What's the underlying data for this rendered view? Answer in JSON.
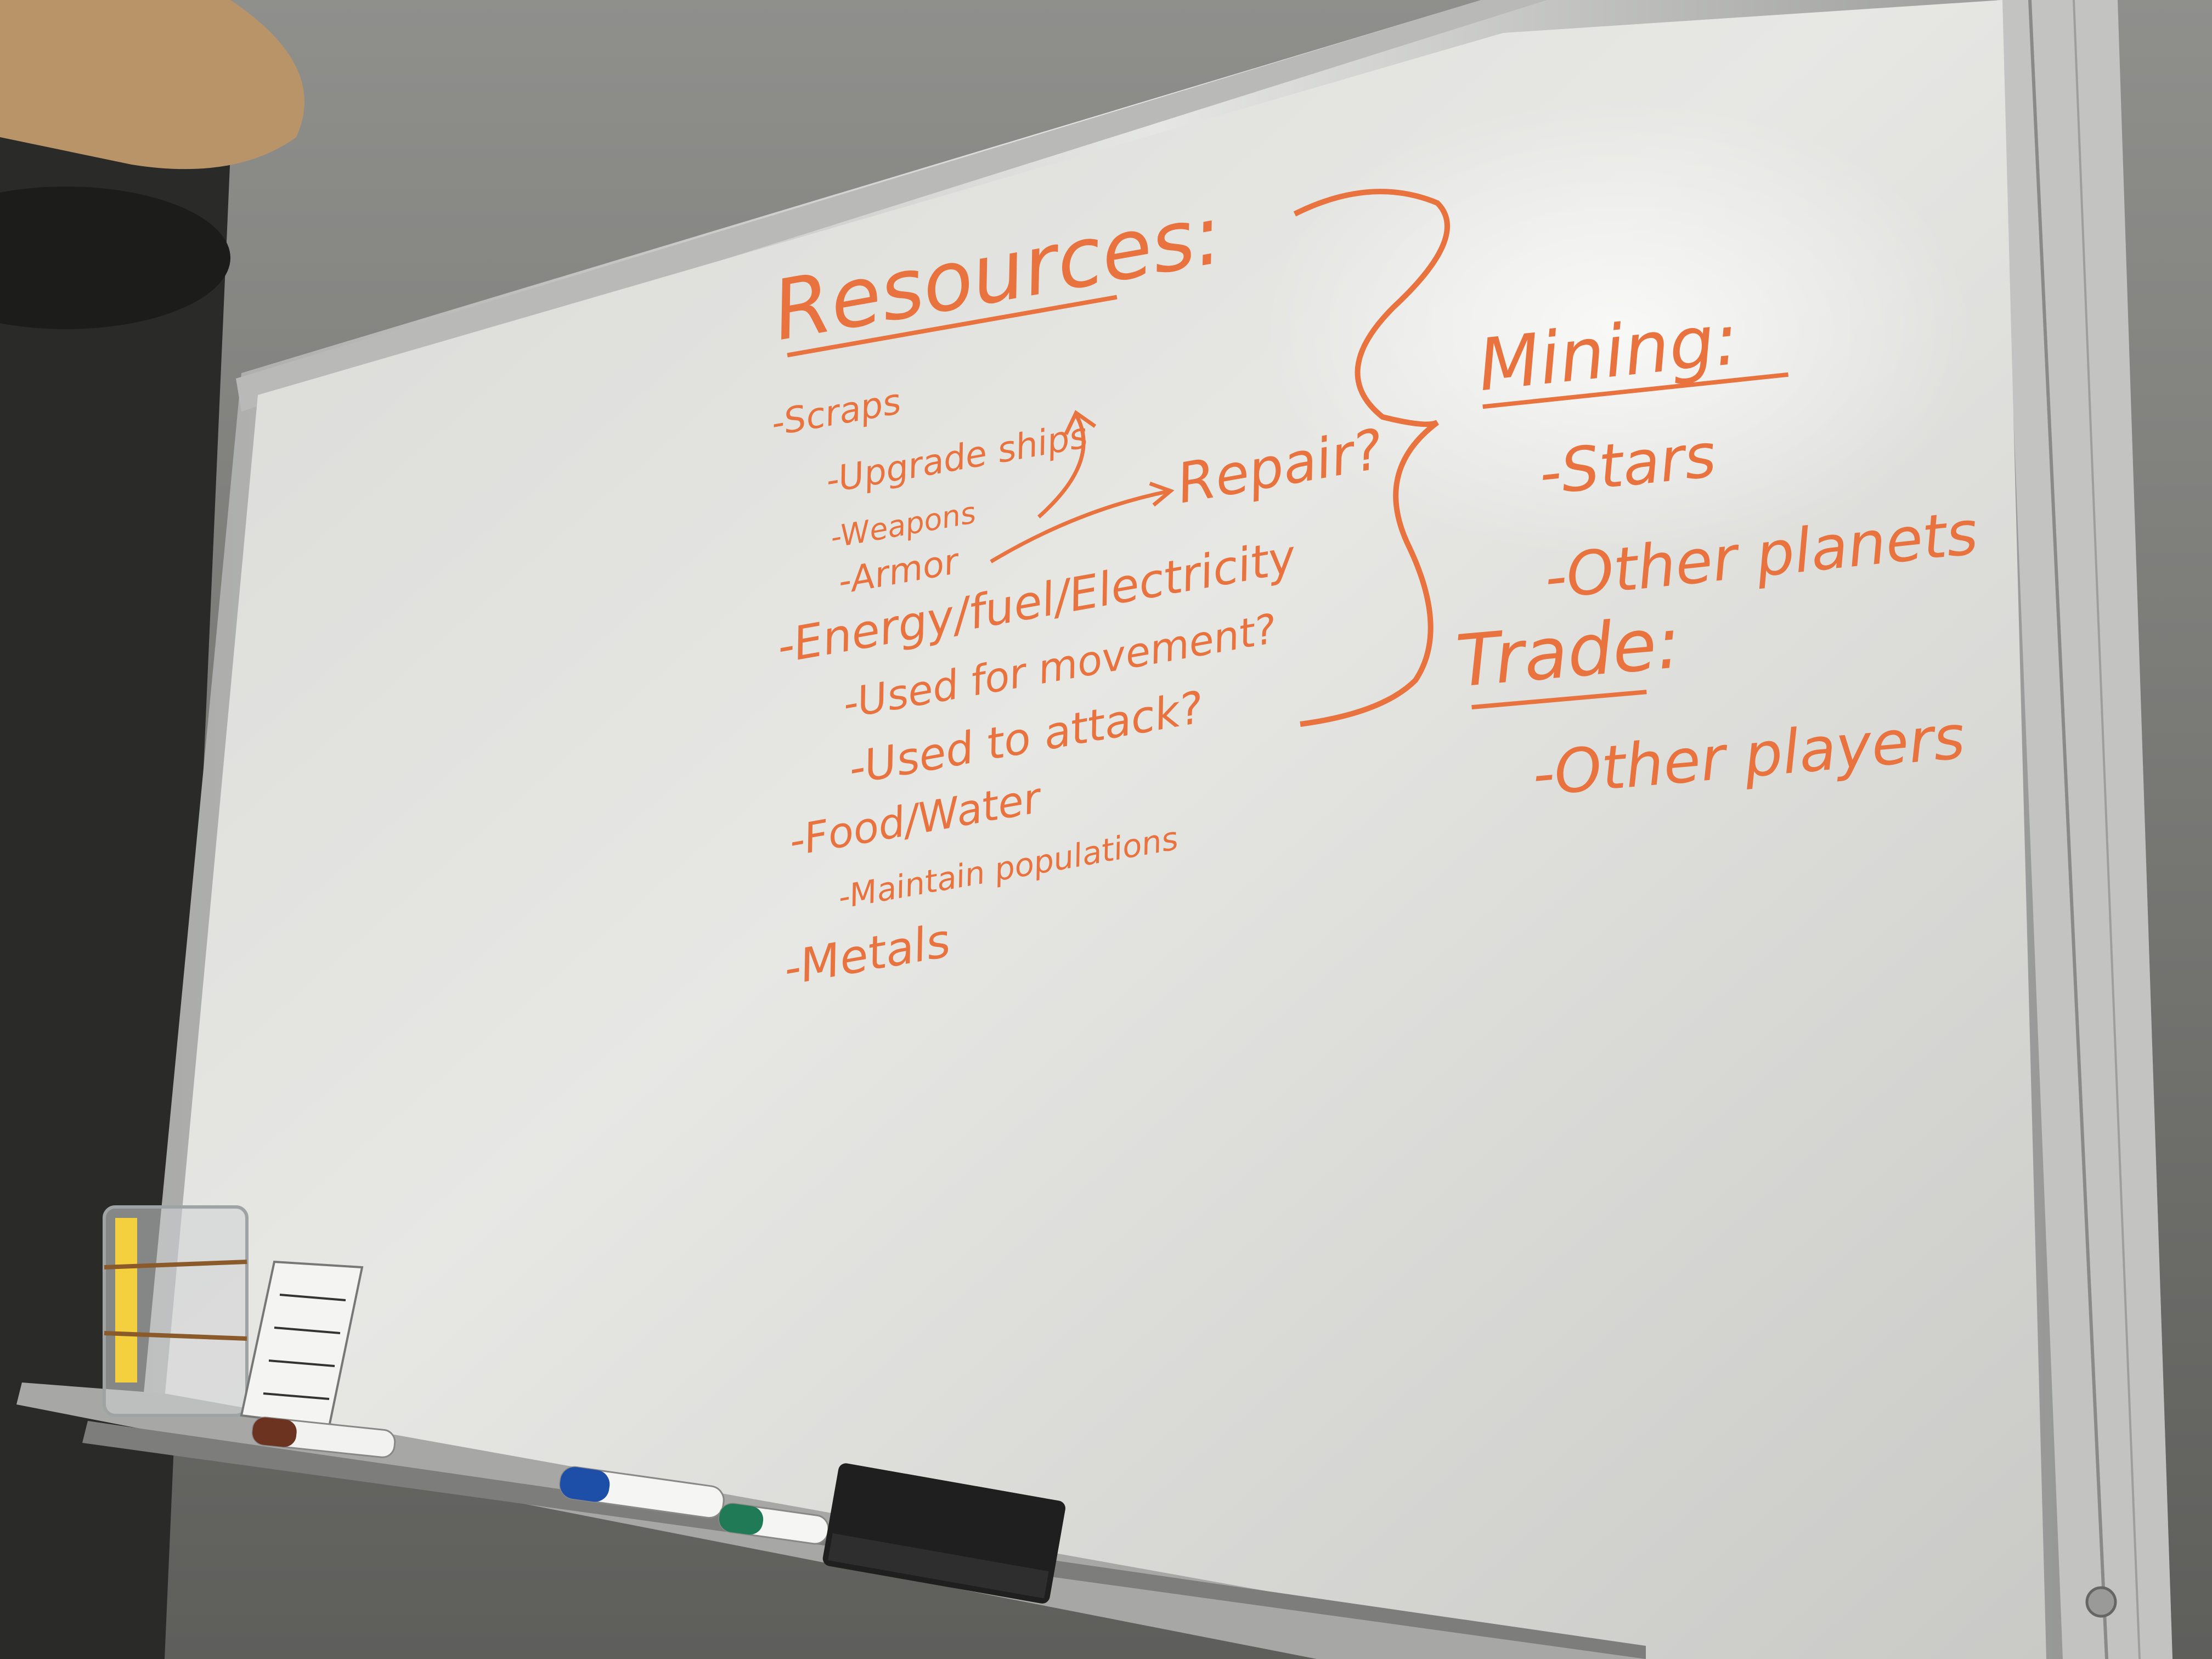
{
  "whiteboard": {
    "marker_color": "#e8733f",
    "resources": {
      "heading": "Resources:",
      "items": [
        "-Scraps",
        "-Upgrade ships",
        "-Weapons",
        "-Armor",
        "-Energy/fuel/Electricity",
        "-Used for movement?",
        "-Used to attack?",
        "-Food/Water",
        "-Maintain populations",
        "-Metals"
      ],
      "repair_label": "Repair?"
    },
    "mining": {
      "heading": "Mining:",
      "items": [
        "-Stars",
        "-Other planets"
      ]
    },
    "trade": {
      "heading": "Trade:",
      "items": [
        "-Other players"
      ]
    }
  },
  "tray_objects": {
    "marker_icons": [
      "brown-marker-icon",
      "blue-marker-icon",
      "green-marker-icon"
    ],
    "eraser_icon": "eraser-icon",
    "notecard_icon": "notecard-icon",
    "holder_icon": "clear-holder-icon"
  }
}
